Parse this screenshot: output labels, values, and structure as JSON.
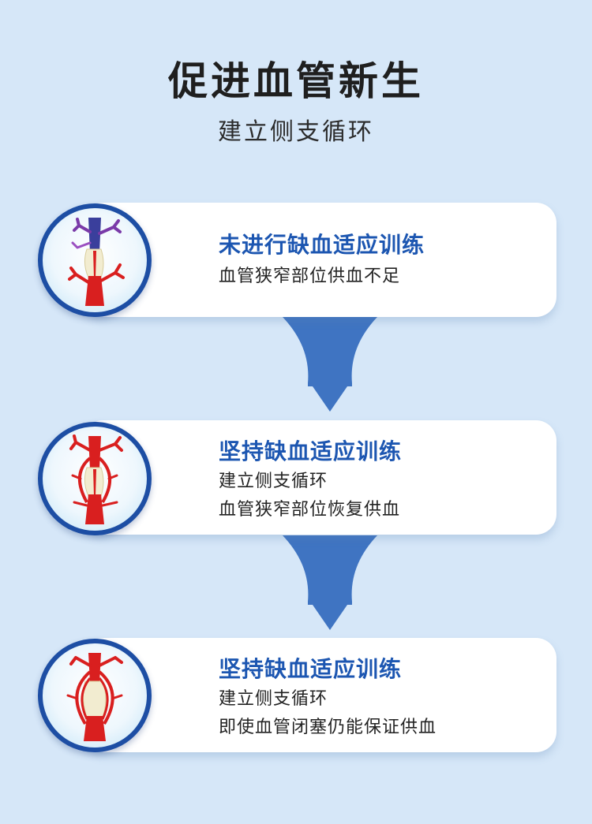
{
  "header": {
    "title": "促进血管新生",
    "subtitle": "建立侧支循环"
  },
  "cards": [
    {
      "heading": "未进行缺血适应训练",
      "lines": [
        "血管狭窄部位供血不足"
      ]
    },
    {
      "heading": "坚持缺血适应训练",
      "lines": [
        "建立侧支循环",
        "血管狭窄部位恢复供血"
      ]
    },
    {
      "heading": "坚持缺血适应训练",
      "lines": [
        "建立侧支循环",
        "即使血管闭塞仍能保证供血"
      ]
    }
  ],
  "colors": {
    "background": "#d6e7f8",
    "heading": "#1c56b1",
    "arrow": "#3f74c2",
    "badge_ring": "#1d4ea4",
    "vessel_red": "#d91f1f",
    "vessel_purple": "#7a3aa8",
    "plaque": "#f2ecd0"
  },
  "icons": [
    "vessel-stenosis-icon",
    "vessel-collateral-icon",
    "vessel-occlusion-icon",
    "arrow-down-icon"
  ]
}
